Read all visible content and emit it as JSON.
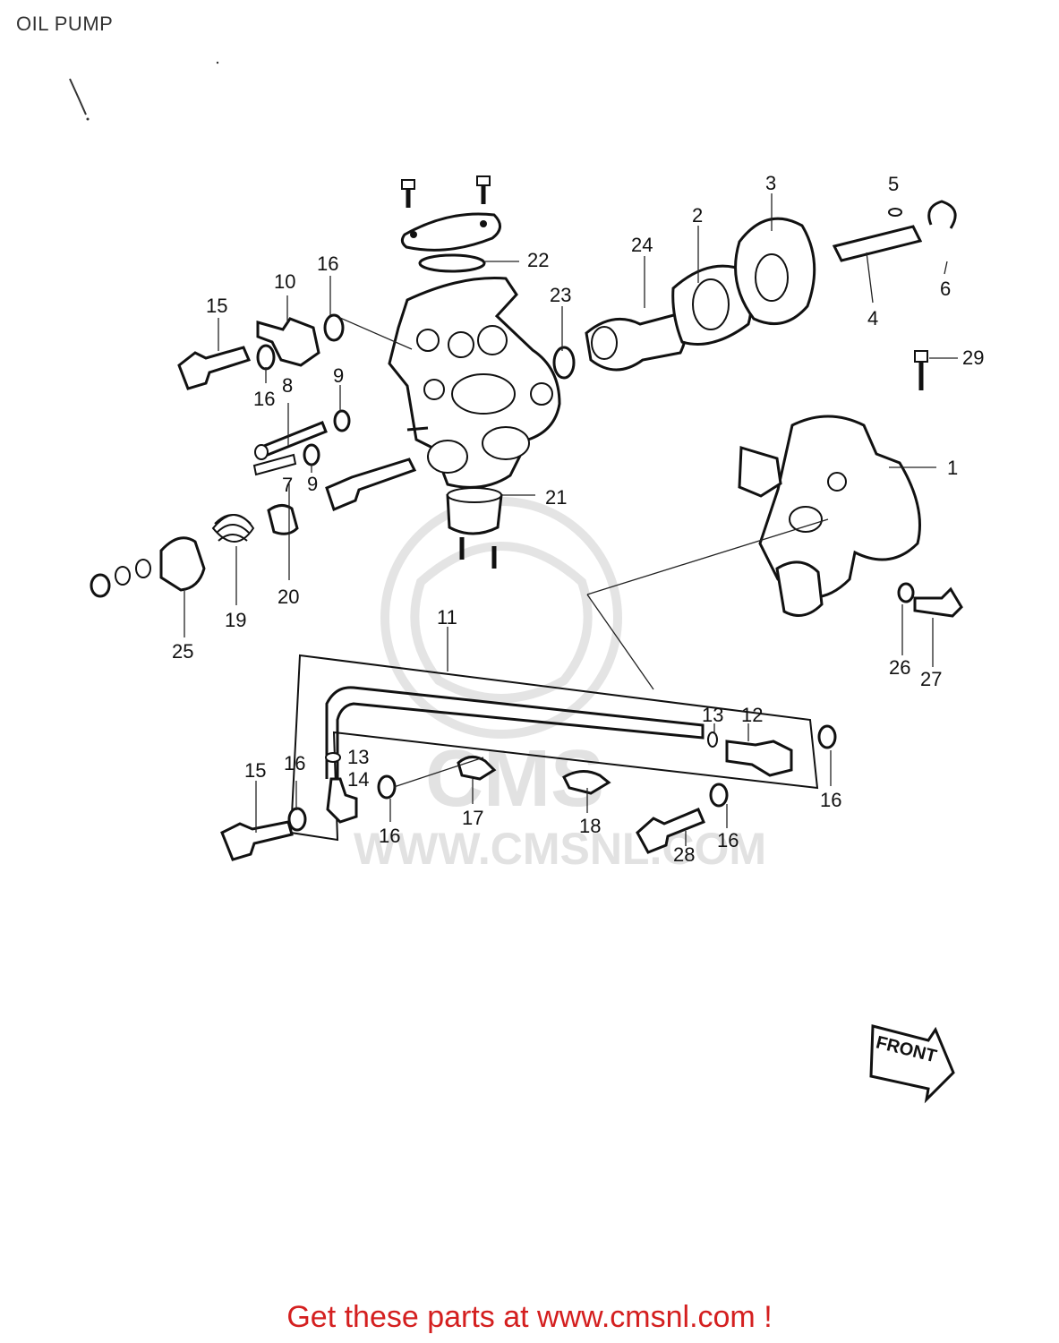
{
  "page": {
    "title": "OIL PUMP"
  },
  "diagram": {
    "callouts": [
      "1",
      "2",
      "3",
      "4",
      "5",
      "6",
      "7",
      "8",
      "9",
      "9",
      "10",
      "11",
      "12",
      "13",
      "13",
      "14",
      "15",
      "15",
      "16",
      "16",
      "16",
      "16",
      "16",
      "16",
      "17",
      "18",
      "19",
      "20",
      "21",
      "22",
      "23",
      "24",
      "25",
      "26",
      "27",
      "28",
      "29"
    ],
    "front_arrow_label": "FRONT",
    "watermark": {
      "brand": "CMS",
      "url": "WWW.CMSNL.COM"
    }
  },
  "footer": {
    "link_text": "Get these parts at www.cmsnl.com !",
    "color": "#d41f1f"
  }
}
